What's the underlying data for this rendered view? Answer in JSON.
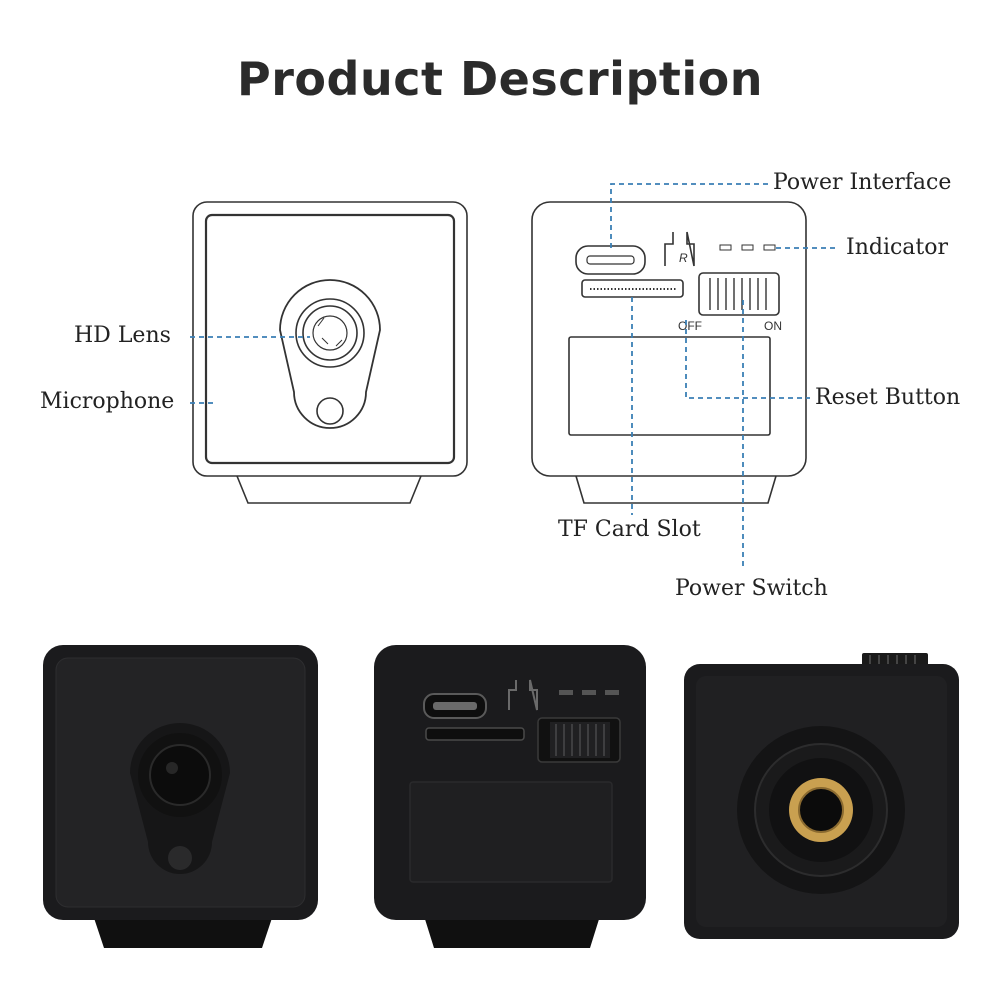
{
  "title": "Product Description",
  "labels": {
    "hd_lens": "HD Lens",
    "microphone": "Microphone",
    "power_interface": "Power Interface",
    "indicator": "Indicator",
    "reset_button": "Reset Button",
    "tf_card_slot": "TF Card Slot",
    "power_switch": "Power Switch"
  },
  "switch_marks": {
    "off": "OFF",
    "on": "ON",
    "reset": "R"
  },
  "colors": {
    "leader_line": "#3a7fb5",
    "camera_body": "#1b1b1d",
    "brass_mount": "#c9a050",
    "title_text": "#2b2b2b"
  }
}
